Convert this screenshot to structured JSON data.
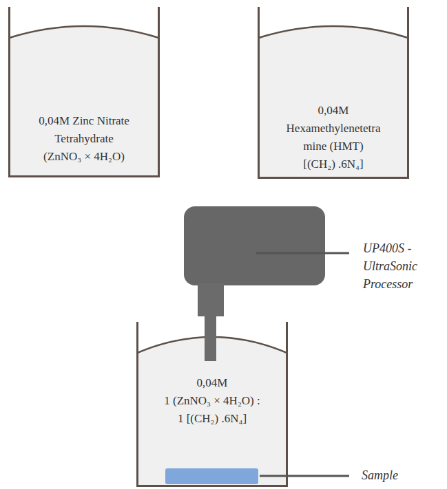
{
  "diagram": {
    "nodes": [
      {
        "text": [
          "0,04M Zinc Nitrate Tetrahydrate",
          "(ZnNO₃ × 4H₂O)"
        ]
      },
      {
        "text": [
          "0,04M",
          "Hexamethylenetetra mine (HMT)",
          "[(CH₂) .6N₄]"
        ]
      },
      {
        "text": [
          "0,04M",
          "1 (ZnNO₃ × 4H₂O) :",
          "1 [(CH₂) .6N₄]"
        ]
      }
    ],
    "labels": [
      "UP400S - UltraSonic Processor",
      "Sample"
    ]
  }
}
